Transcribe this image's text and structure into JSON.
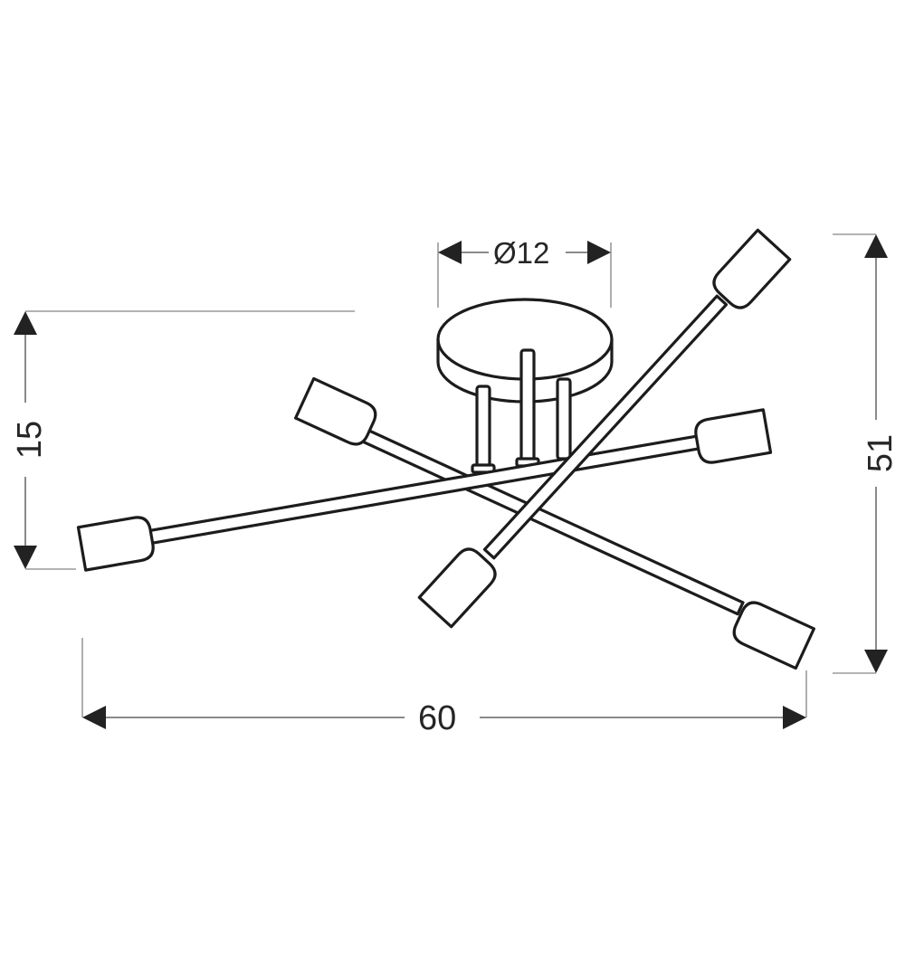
{
  "diagram": {
    "type": "technical-dimension-drawing",
    "subject": "ceiling lamp with six arms",
    "line_color": "#1c1c1c",
    "dimension_line_color": "#8a8a8a",
    "background": "#ffffff"
  },
  "dimensions": {
    "canopy_diameter": {
      "label": "Ø12",
      "value": 12,
      "orientation": "horizontal"
    },
    "height": {
      "label": "15",
      "value": 15,
      "orientation": "vertical",
      "side": "left"
    },
    "depth": {
      "label": "51",
      "value": 51,
      "orientation": "vertical",
      "side": "right"
    },
    "width": {
      "label": "60",
      "value": 60,
      "orientation": "horizontal",
      "side": "bottom"
    }
  },
  "lamp": {
    "canopy": {
      "shape": "cylinder-disc"
    },
    "rods": 3,
    "arms": 3,
    "sockets": 6
  }
}
